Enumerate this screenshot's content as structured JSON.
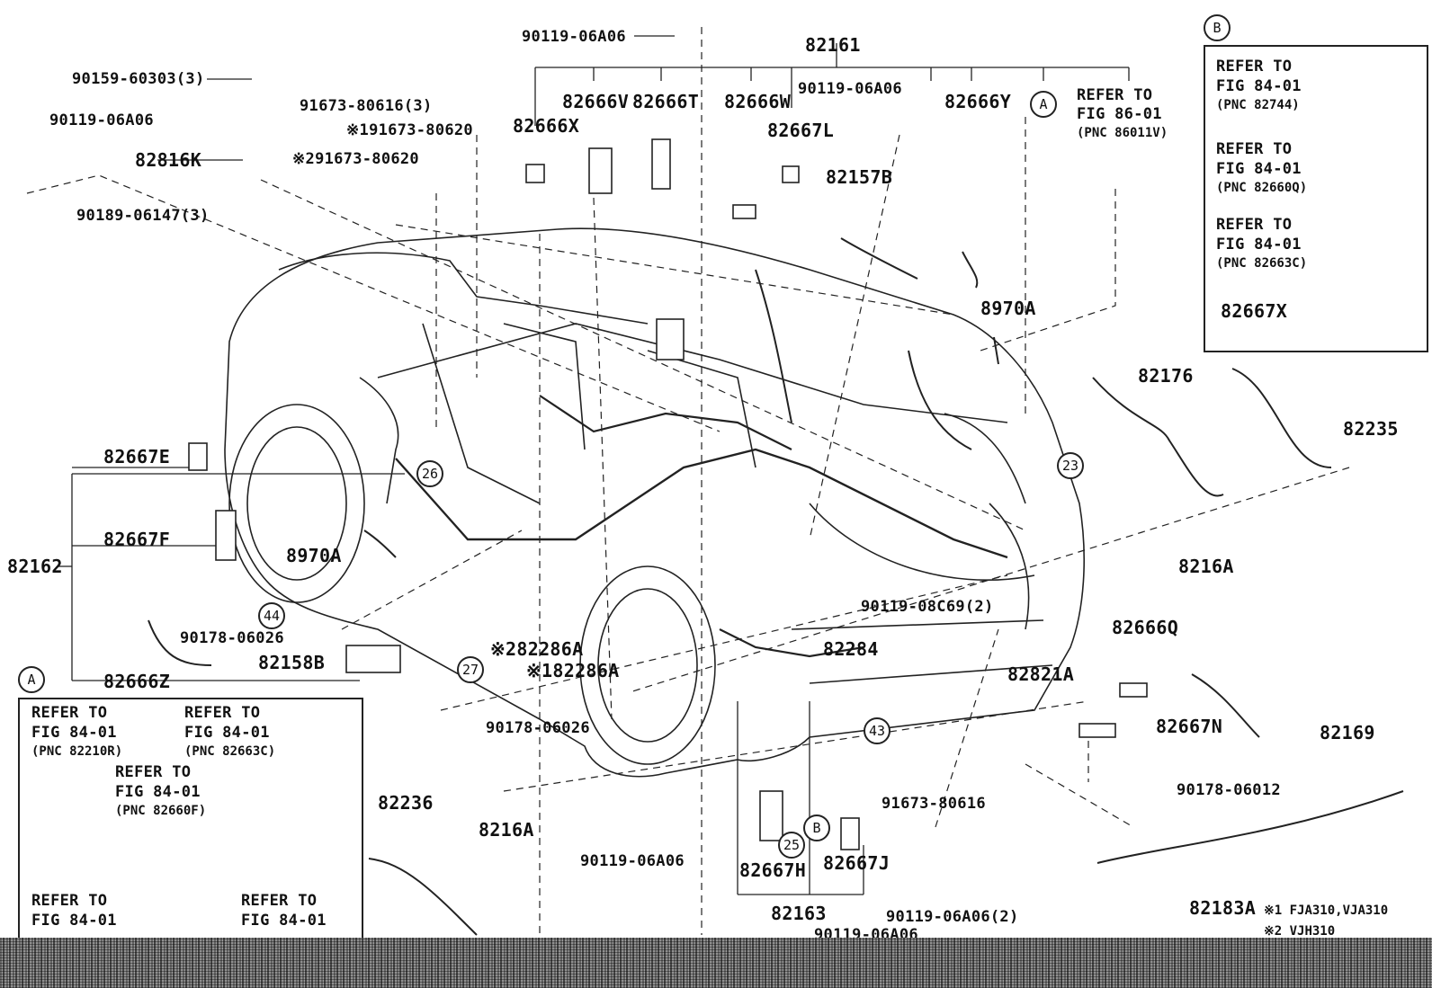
{
  "parts": {
    "p1": "90159-60303(3)",
    "p2": "90119-06A06",
    "p3": "82816K",
    "p4": "90189-06147(3)",
    "p5": "91673-80616(3)",
    "p6": "※191673-80620",
    "p7": "※291673-80620",
    "p8": "90119-06A06",
    "p9": "82161",
    "p10": "82666V",
    "p11": "82666T",
    "p12": "82666X",
    "p13": "82666W",
    "p14": "90119-06A06",
    "p15": "82667L",
    "p16": "82157B",
    "p17": "82666Y",
    "p18": "8970A",
    "p19": "82176",
    "p20": "82235",
    "p21": "82667E",
    "p22": "82667F",
    "p23": "82162",
    "p24": "8970A",
    "p25": "90178-06026",
    "p26": "82158B",
    "p27": "82666Z",
    "p28": "※282286A",
    "p29": "※182286A",
    "p30": "90119-08C69(2)",
    "p31": "82284",
    "p32": "8216A",
    "p33": "82666Q",
    "p34": "82821A",
    "p35": "82667N",
    "p36": "82169",
    "p37": "90178-06026",
    "p38": "8216A",
    "p39": "91673-80616",
    "p40": "90178-06012",
    "p41": "82236",
    "p42": "90119-06A06",
    "p43": "82667H",
    "p44": "82667J",
    "p45": "82163",
    "p46": "90119-06A06(2)",
    "p47": "82183A",
    "p48": "90119-06A06"
  },
  "circles": {
    "c26": "26",
    "c23": "23",
    "c44": "44",
    "c27": "27",
    "c43": "43",
    "c25": "25",
    "cA": "A",
    "cB": "B",
    "cBbox": "B",
    "cAbox": "A"
  },
  "refer_top": {
    "line1": "REFER TO",
    "line2": "FIG 86-01",
    "line3": "(PNC 86011V)"
  },
  "box_b": {
    "r1": {
      "line1": "REFER TO",
      "line2": "FIG 84-01",
      "line3": "(PNC 82744)"
    },
    "r2": {
      "line1": "REFER TO",
      "line2": "FIG 84-01",
      "line3": "(PNC 82660Q)"
    },
    "r3": {
      "line1": "REFER TO",
      "line2": "FIG 84-01",
      "line3": "(PNC 82663C)"
    },
    "part": "82667X"
  },
  "box_a": {
    "r1": {
      "line1": "REFER TO",
      "line2": "FIG 84-01",
      "line3": "(PNC 82210R)"
    },
    "r2": {
      "line1": "REFER TO",
      "line2": "FIG 84-01",
      "line3": "(PNC 82663C)"
    },
    "r3": {
      "line1": "REFER TO",
      "line2": "FIG 84-01",
      "line3": "(PNC 82660F)"
    },
    "r4": {
      "line1": "REFER TO",
      "line2": "FIG 84-01"
    },
    "r5": {
      "line1": "REFER TO",
      "line2": "FIG 84-01"
    }
  },
  "notes": {
    "n1": "※1 FJA310,VJA310",
    "n2": "※2 VJH310"
  }
}
